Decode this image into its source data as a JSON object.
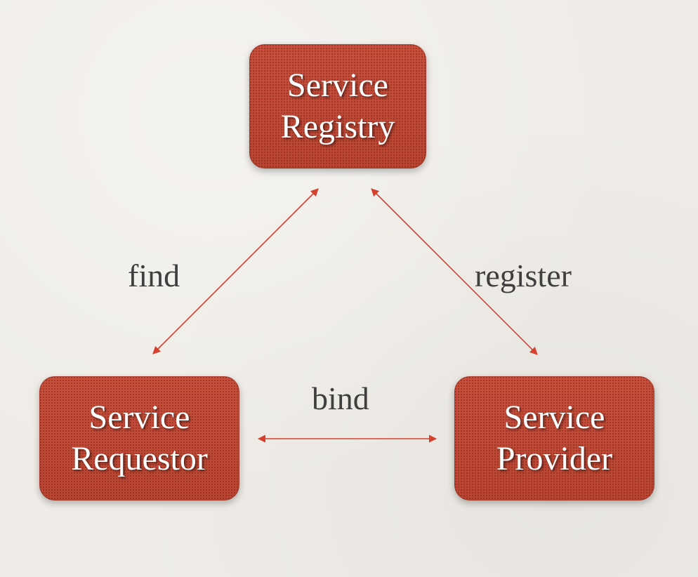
{
  "diagram": {
    "nodes": {
      "registry": {
        "line1": "Service",
        "line2": "Registry"
      },
      "requestor": {
        "line1": "Service",
        "line2": "Requestor"
      },
      "provider": {
        "line1": "Service",
        "line2": "Provider"
      }
    },
    "edges": {
      "find": "find",
      "register": "register",
      "bind": "bind"
    }
  },
  "colors": {
    "node_fill": "#c24a38",
    "arrow": "#d5412e",
    "label_text": "#3f3f3f",
    "background": "#efece7"
  }
}
